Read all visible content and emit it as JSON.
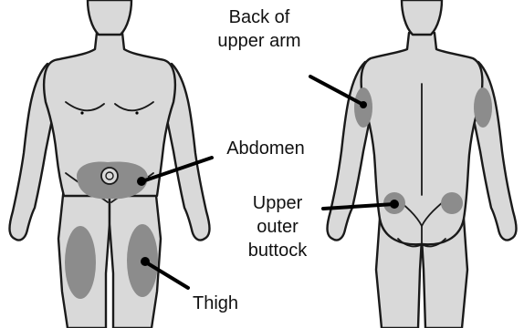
{
  "labels": {
    "back_of_upper_arm": [
      "Back of",
      "upper arm"
    ],
    "abdomen": "Abdomen",
    "upper_outer_buttock": [
      "Upper",
      "outer",
      "buttock"
    ],
    "thigh": "Thigh"
  },
  "colors": {
    "body_fill": "#d9d9d9",
    "outline": "#1a1a1a",
    "injection_site": "#8c8c8c",
    "leader_line": "#000000"
  }
}
